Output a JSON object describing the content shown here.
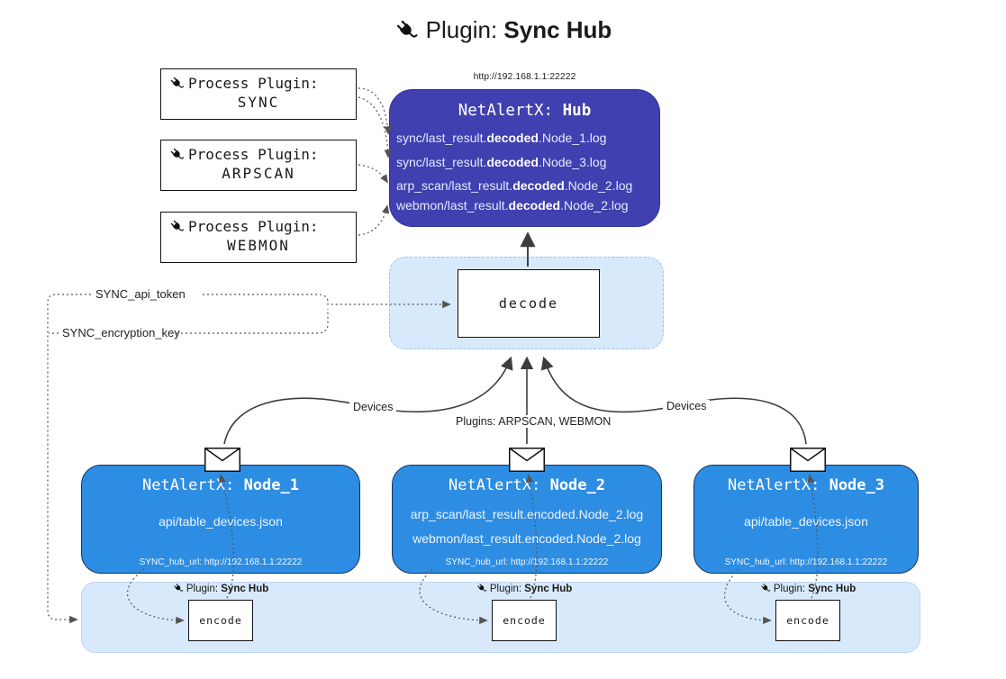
{
  "title": {
    "prefix": "Plugin: ",
    "bold": "Sync Hub"
  },
  "process_plugins": [
    {
      "label": "Process Plugin:",
      "name": "SYNC"
    },
    {
      "label": "Process Plugin:",
      "name": "ARPSCAN"
    },
    {
      "label": "Process Plugin:",
      "name": "WEBMON"
    }
  ],
  "hub": {
    "url": "http://192.168.1.1:22222",
    "title_prefix": "NetAlertX: ",
    "title_bold": "Hub",
    "logs": [
      {
        "pre": "sync/last_result.",
        "bold": "decoded",
        "post": ".Node_1.log"
      },
      {
        "pre": "sync/last_result.",
        "bold": "decoded",
        "post": ".Node_3.log"
      },
      {
        "pre": "arp_scan/last_result.",
        "bold": "decoded",
        "post": ".Node_2.log"
      },
      {
        "pre": "webmon/last_result.",
        "bold": "decoded",
        "post": ".Node_2.log"
      }
    ]
  },
  "decode": {
    "label": "decode"
  },
  "secrets": {
    "api_token": "SYNC_api_token",
    "encryption_key": "SYNC_encryption_key"
  },
  "edges": {
    "left": "Devices",
    "middle": "Plugins: ARPSCAN, WEBMON",
    "right": "Devices"
  },
  "nodes": [
    {
      "title_prefix": "NetAlertX: ",
      "title_bold": "Node_1",
      "files": [
        "api/table_devices.json"
      ],
      "hub_url": "SYNC_hub_url: http://192.168.1.1:22222"
    },
    {
      "title_prefix": "NetAlertX: ",
      "title_bold": "Node_2",
      "files": [
        "arp_scan/last_result.encoded.Node_2.log",
        "webmon/last_result.encoded.Node_2.log"
      ],
      "hub_url": "SYNC_hub_url: http://192.168.1.1:22222"
    },
    {
      "title_prefix": "NetAlertX: ",
      "title_bold": "Node_3",
      "files": [
        "api/table_devices.json"
      ],
      "hub_url": "SYNC_hub_url: http://192.168.1.1:22222"
    }
  ],
  "encode": {
    "plugin_prefix": "Plugin: ",
    "plugin_bold": "Sync Hub",
    "label": "encode"
  },
  "colors": {
    "hub_bg": "#4140b0",
    "node_bg": "#2d8de2",
    "panel_bg": "#d7e9fb",
    "line": "#3d3d3d"
  }
}
